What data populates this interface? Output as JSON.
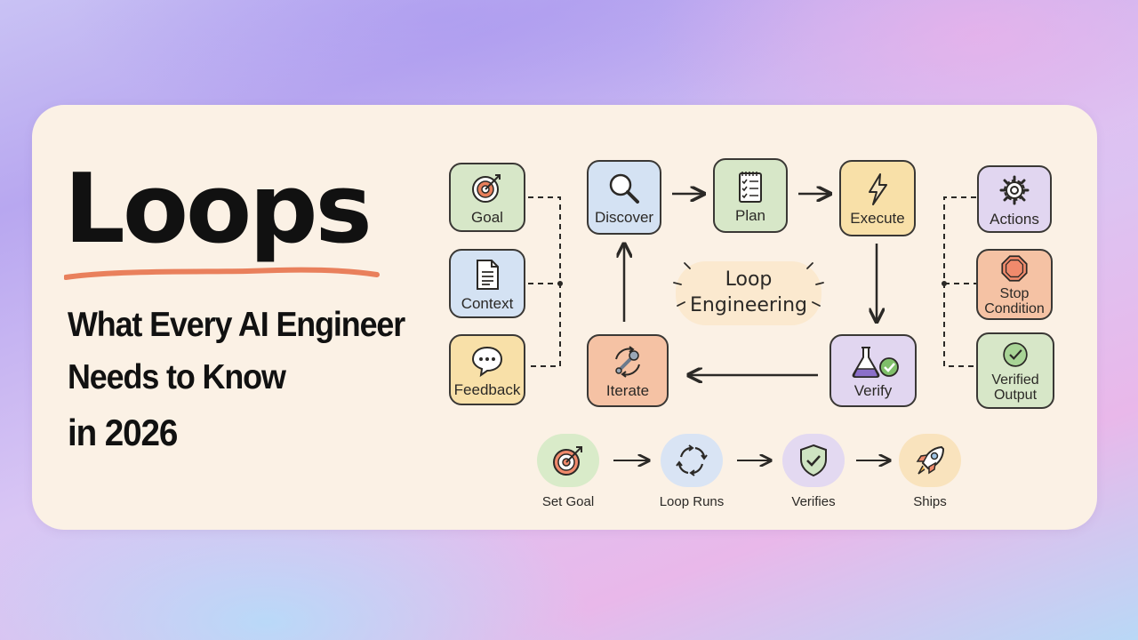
{
  "header": {
    "title": "Loops",
    "subtitle_lines": [
      "What Every AI Engineer",
      "Needs to Know",
      "in 2026"
    ]
  },
  "center_label": [
    "Loop",
    "Engineering"
  ],
  "inputs": [
    {
      "label": "Goal",
      "icon": "target-icon"
    },
    {
      "label": "Context",
      "icon": "document-icon"
    },
    {
      "label": "Feedback",
      "icon": "speech-bubble-icon"
    }
  ],
  "loop": [
    {
      "label": "Discover",
      "icon": "magnifier-icon"
    },
    {
      "label": "Plan",
      "icon": "checklist-icon"
    },
    {
      "label": "Execute",
      "icon": "lightning-icon"
    },
    {
      "label": "Verify",
      "icon": "flask-check-icon"
    },
    {
      "label": "Iterate",
      "icon": "wrench-cycle-icon"
    }
  ],
  "outputs": [
    {
      "label": "Actions",
      "icon": "gear-icon"
    },
    {
      "label": "Stop Condition",
      "icon": "stop-sign-icon"
    },
    {
      "label": "Verified Output",
      "icon": "check-circle-icon"
    }
  ],
  "steps": [
    {
      "label": "Set Goal",
      "icon": "target-icon"
    },
    {
      "label": "Loop Runs",
      "icon": "refresh-arrows-icon"
    },
    {
      "label": "Verifies",
      "icon": "shield-check-icon"
    },
    {
      "label": "Ships",
      "icon": "rocket-icon"
    }
  ],
  "colors": {
    "card": "#fbf1e5",
    "accent_underline": "#e9805c",
    "green": "#d7e7c8",
    "blue": "#d4e2f3",
    "yellow": "#f8e0a8",
    "orange": "#f5c2a4",
    "lavender": "#e1d6f0"
  }
}
